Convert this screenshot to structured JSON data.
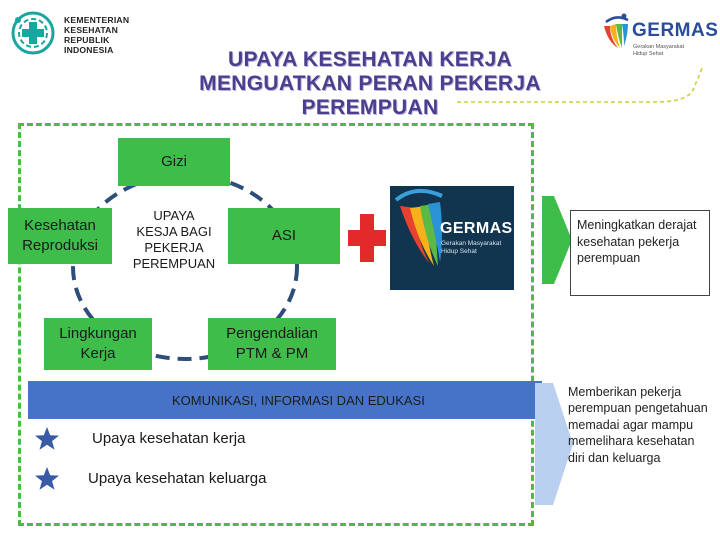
{
  "header": {
    "ministry_lines": [
      "KEMENTERIAN",
      "KESEHATAN",
      "REPUBLIK",
      "INDONESIA"
    ],
    "title_lines": [
      "UPAYA KESEHATAN KERJA",
      "MENGUATKAN PERAN PEKERJA",
      "PEREMPUAN"
    ],
    "germas_word": "GERMAS",
    "germas_sub_lines": [
      "Gerakan Masyarakat",
      "Hidup Sehat"
    ]
  },
  "diagram": {
    "center_lines": [
      "UPAYA",
      "KESJA BAGI",
      "PEKERJA",
      "PEREMPUAN"
    ],
    "nodes": {
      "gizi": "Gizi",
      "reproduksi": [
        "Kesehatan",
        "Reproduksi"
      ],
      "asi": "ASI",
      "lingkungan": [
        "Lingkungan",
        "Kerja"
      ],
      "ptm": [
        "Pengendalian",
        "PTM & PM"
      ]
    },
    "germas_image_word": "GERMAS",
    "germas_image_sub_lines": [
      "Gerakan Masyarakat",
      "Hidup Sehat"
    ],
    "result_top": "Meningkatkan derajat kesehatan pekerja perempuan"
  },
  "bottom": {
    "banner": "KOMUNIKASI, INFORMASI DAN EDUKASI",
    "bullets": [
      "Upaya kesehatan kerja",
      "Upaya kesehatan keluarga"
    ],
    "result_bottom": "Memberikan pekerja perempuan pengetahuan memadai agar mampu memelihara kesehatan diri dan keluarga"
  },
  "colors": {
    "title": "#4a3f8c",
    "green_box": "#3ebd4a",
    "frame_dash": "#4cba47",
    "banner_blue": "#4673c8",
    "cross_red": "#e32a2a",
    "star_blue": "#3a5aa8"
  },
  "icons": [
    "kemenkes-logo-icon",
    "germas-logo-icon",
    "red-cross-icon",
    "star-icon",
    "arrow-right-icon"
  ]
}
